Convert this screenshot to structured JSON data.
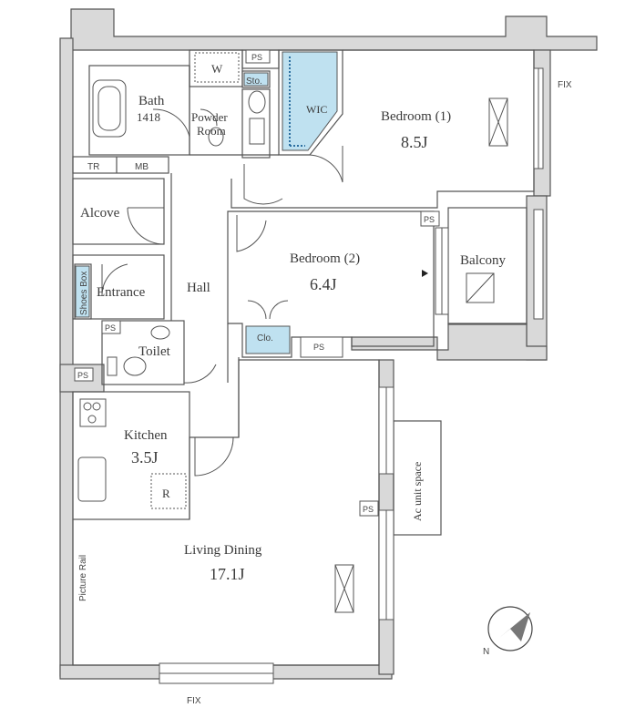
{
  "rooms": {
    "bath": {
      "name": "Bath",
      "size": "1418"
    },
    "powder_room": {
      "line1": "Powder",
      "line2": "Room"
    },
    "w_label": "W",
    "sto": "Sto.",
    "wic": "WIC",
    "bedroom1": {
      "name": "Bedroom (1)",
      "size": "8.5J"
    },
    "bedroom2": {
      "name": "Bedroom (2)",
      "size": "6.4J"
    },
    "alcove": "Alcove",
    "entrance": "Entrance",
    "shoes_box": "Shoes Box",
    "hall": "Hall",
    "toilet": "Toilet",
    "kitchen": {
      "name": "Kitchen",
      "size": "3.5J"
    },
    "r_label": "R",
    "living_dining": {
      "name": "Living Dining",
      "size": "17.1J"
    },
    "balcony": "Balcony",
    "clo": "Clo.",
    "ac_unit_space": "Ac unit space",
    "picture_rail": "Picture Rail",
    "tr": "TR",
    "mb": "MB",
    "ps": "PS",
    "fix_bottom": "FIX",
    "fix_right": "FIX"
  },
  "colors": {
    "wall": "#d9d9d9",
    "line": "#555555",
    "storage_blue": "#bfe1f0",
    "dotted_blue": "#2c6fa0"
  },
  "compass": {
    "north_label": "N"
  }
}
